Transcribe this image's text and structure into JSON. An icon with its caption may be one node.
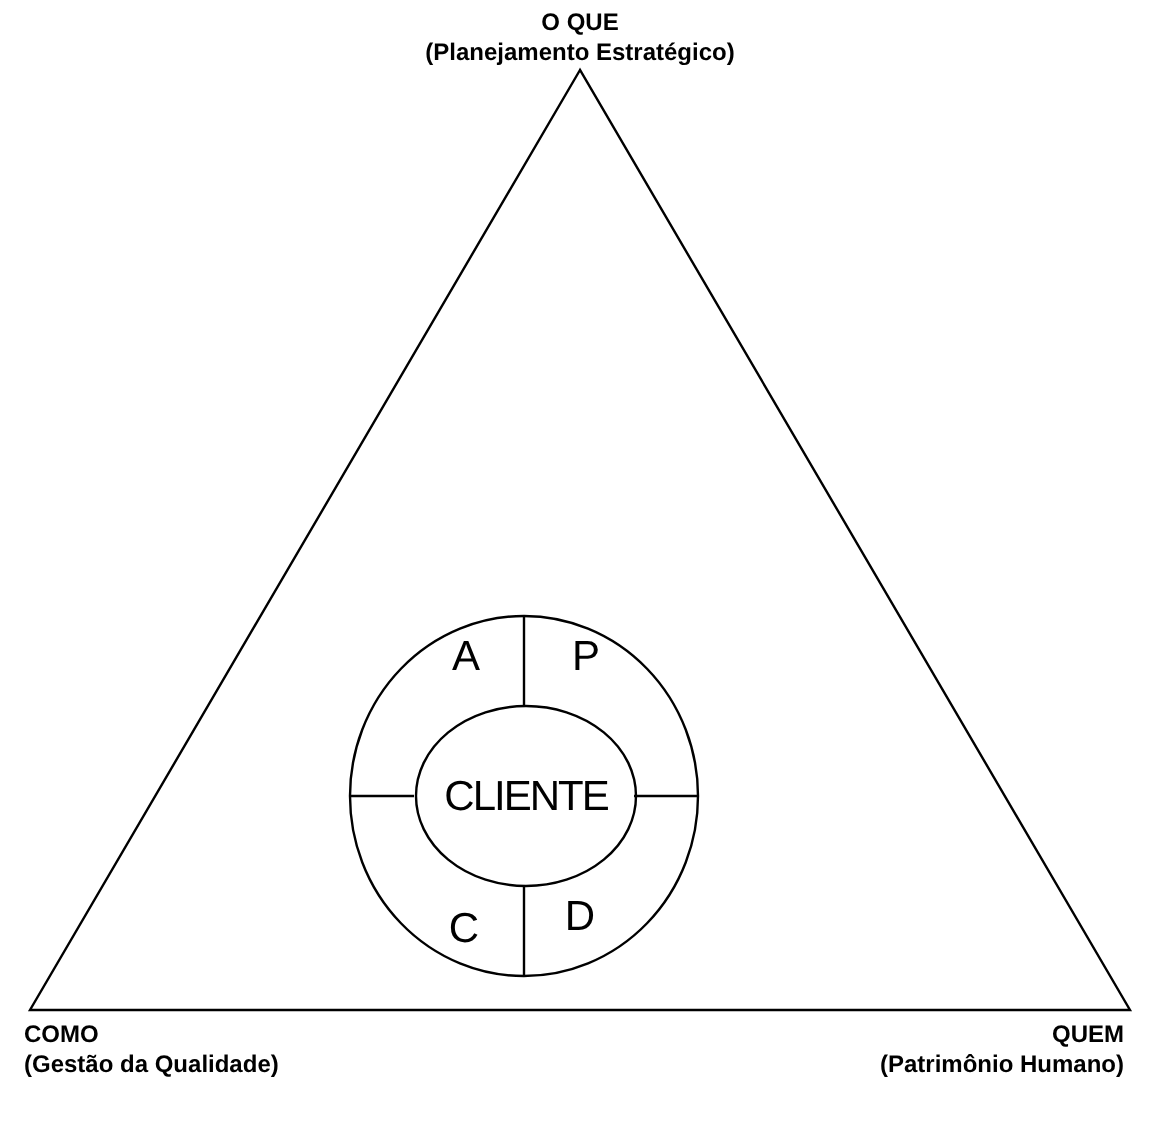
{
  "diagram": {
    "nodes": [
      {
        "text": [
          "O QUE",
          "(Planejamento Estratégico)",
          "COMO",
          "(Gestão da Qualidade)",
          "QUEM",
          "(Patrimônio Humano)"
        ]
      },
      {
        "text": [
          "A",
          "P",
          "C",
          "D"
        ],
        "in": 0
      },
      {
        "text": [
          "CLIENTE"
        ],
        "in": 1
      }
    ]
  }
}
